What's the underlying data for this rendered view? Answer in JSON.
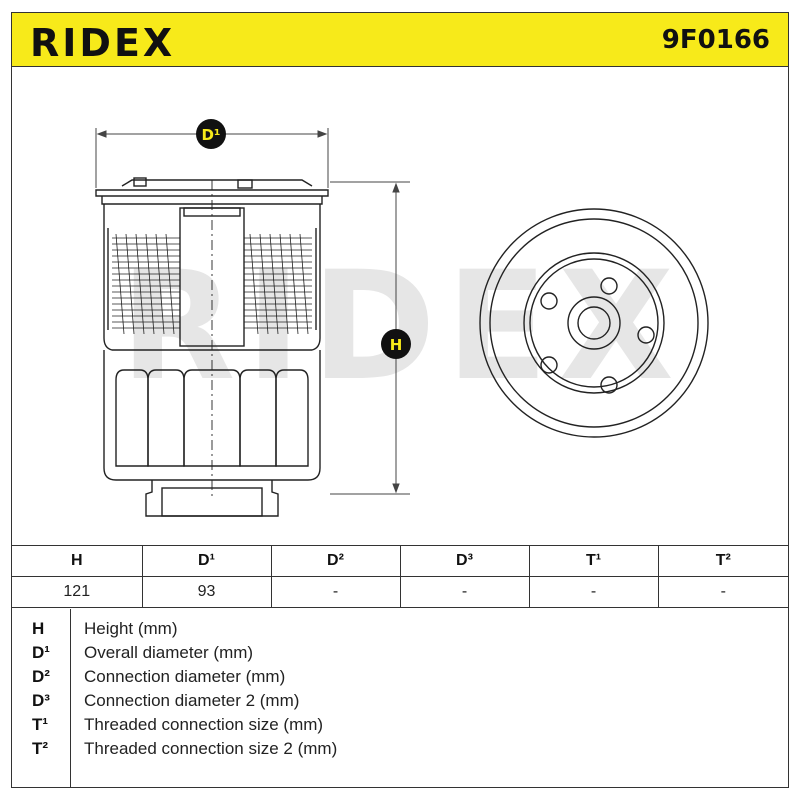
{
  "header": {
    "brand": "RIDEX",
    "part_number": "9F0166",
    "background_color": "#f7ea1a"
  },
  "drawing": {
    "watermark": "RIDEX",
    "dimension_labels": {
      "diameter": "D¹",
      "height": "H"
    }
  },
  "spec_table": {
    "headers": [
      "H",
      "D¹",
      "D²",
      "D³",
      "T¹",
      "T²"
    ],
    "values": [
      "121",
      "93",
      "-",
      "-",
      "-",
      "-"
    ]
  },
  "legend": [
    {
      "key": "H",
      "text": "Height (mm)"
    },
    {
      "key": "D¹",
      "text": "Overall diameter (mm)"
    },
    {
      "key": "D²",
      "text": "Connection diameter (mm)"
    },
    {
      "key": "D³",
      "text": "Connection diameter 2 (mm)"
    },
    {
      "key": "T¹",
      "text": "Threaded connection size (mm)"
    },
    {
      "key": "T²",
      "text": "Threaded connection size 2 (mm)"
    }
  ]
}
